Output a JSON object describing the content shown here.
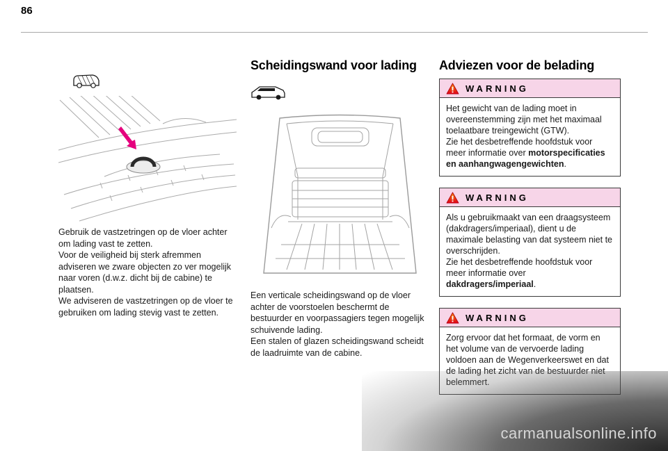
{
  "page": {
    "number": "86",
    "watermark": "carmanualsonline.info"
  },
  "colors": {
    "warning_header_bg": "#f7d5e8",
    "warning_triangle_red": "#e2001a",
    "warning_triangle_orange": "#f39200",
    "arrow_magenta": "#e5007d",
    "line_art_gray": "#a3a3a3"
  },
  "left_column": {
    "icon": "van-rear-icon",
    "illustration": "cargo-floor-lashing-ring-illustration",
    "paragraphs": [
      "Gebruik de vastzetringen op de vloer achter om lading vast te zetten.",
      "Voor de veiligheid bij sterk afremmen adviseren we zware objecten zo ver mogelijk naar voren (d.w.z. dicht bij de cabine) te plaatsen.",
      "We adviseren de vastzetringen op de vloer te gebruiken om lading stevig vast te zetten."
    ]
  },
  "middle_column": {
    "heading": "Scheidingswand voor lading",
    "icon": "van-side-icon",
    "illustration": "cargo-area-partition-illustration",
    "paragraphs": [
      "Een verticale scheidingswand op de vloer achter de voorstoelen beschermt de bestuurder en voorpassagiers tegen mogelijk schuivende lading.",
      "Een stalen of glazen scheidingswand scheidt de laadruimte van de cabine."
    ]
  },
  "right_column": {
    "heading": "Adviezen voor de belading",
    "warnings": [
      {
        "label": "WARNING",
        "paragraph_1": "Het gewicht van de lading moet in overeenstemming zijn met het maximaal toelaatbare treingewicht (GTW).",
        "paragraph_2_prefix": "Zie het desbetreffende hoofdstuk voor meer informatie over ",
        "paragraph_2_bold": "motorspecificaties en aanhangwagengewichten",
        "paragraph_2_suffix": "."
      },
      {
        "label": "WARNING",
        "paragraph_1": "Als u gebruikmaakt van een draagsysteem (dakdragers/imperiaal), dient u de maximale belasting van dat systeem niet te overschrijden.",
        "paragraph_2_prefix": "Zie het desbetreffende hoofdstuk voor meer informatie over ",
        "paragraph_2_bold": "dakdragers/imperiaal",
        "paragraph_2_suffix": "."
      },
      {
        "label": "WARNING",
        "paragraph_1": "Zorg ervoor dat het formaat, de vorm en het volume van de vervoerde lading voldoen aan de Wegenverkeerswet en dat de lading het zicht van de bestuurder niet belemmert."
      }
    ]
  }
}
